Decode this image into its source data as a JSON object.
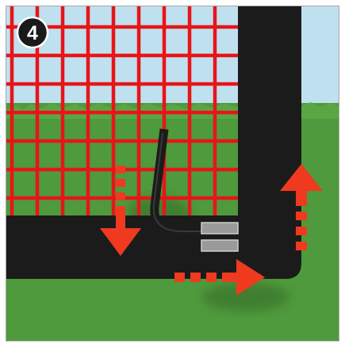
{
  "step": {
    "number": "4"
  },
  "colors": {
    "sky": "#bfe0ee",
    "grass": "#4f9a3c",
    "grass_light": "#6db24a",
    "net": "#e8141a",
    "frame": "#1c1b1b",
    "arrow": "#ef3a1f",
    "badge": "#1a1a1a",
    "badge_text": "#ffffff",
    "clip": "#9a9a9a",
    "border": "#a8a8a8"
  },
  "icons": {
    "badge": "step-number-badge",
    "down_arrow": "dashed-arrow-down-icon",
    "right_arrow": "dashed-arrow-right-icon",
    "up_arrow": "dashed-arrow-up-icon",
    "rod": "bent-rod",
    "clip": "frame-clip"
  }
}
